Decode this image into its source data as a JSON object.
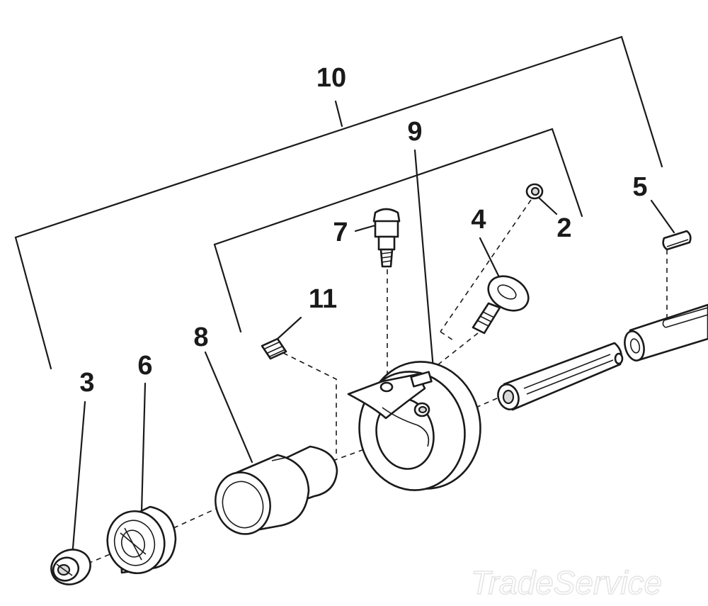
{
  "labels": {
    "l10": "10",
    "l9": "9",
    "l5": "5",
    "l7": "7",
    "l4": "4",
    "l2": "2",
    "l11": "11",
    "l8": "8",
    "l3": "3",
    "l6": "6"
  },
  "watermark": "TradeService"
}
